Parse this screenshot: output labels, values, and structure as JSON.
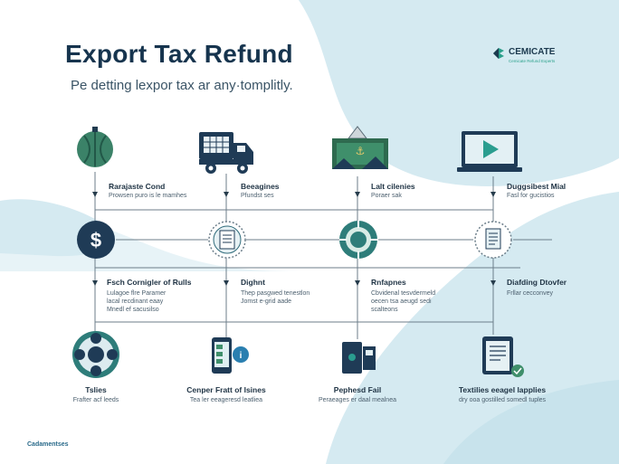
{
  "header": {
    "title": "Export Tax Refund",
    "subtitle": "Pe detting lexpor tax ar any·tomplitly."
  },
  "brand": {
    "name": "CEMICATE",
    "tagline": "Cemicate Refund Experts"
  },
  "footer": {
    "text": "Cadamentses"
  },
  "row1": [
    {
      "label": "Rarajaste Cond",
      "desc": "Prowsen puro is le mamhes"
    },
    {
      "label": "Beeagines",
      "desc": "Pfundst ses"
    },
    {
      "label": "Lalt cilenies",
      "desc": "Poraer sak"
    },
    {
      "label": "Duggsibest Mial",
      "desc": "Fasl for gucistios"
    }
  ],
  "row2": [
    {
      "label": "Fsch Cornigler of Rulls",
      "desc1": "Lulagoe flre Paramer",
      "desc2": "lacal recdinant eaay",
      "desc3": "Mnedl ef sacusilso"
    },
    {
      "label": "Dighnt",
      "desc1": "Thep pasgwed tenestlon",
      "desc2": "Jomst e-grid aade"
    },
    {
      "label": "Rnfapnes",
      "desc1": "Cbvidenal tesvdermeld",
      "desc2": "oecen tsa aeugd sedi",
      "desc3": "scalteons"
    },
    {
      "label": "Diafding Dtovfer",
      "desc1": "Frllar cecconvey"
    }
  ],
  "row3": [
    {
      "label": "Tslies",
      "desc": "Frafter acf leeds"
    },
    {
      "label": "Cenper Fratt of Isines",
      "desc": "Tea ler eeageresd leatliea"
    },
    {
      "label": "Pephesd Fail",
      "desc": "Peraeages er daal mealnea"
    },
    {
      "label": "Textilies eeagel lapplies",
      "desc": "dry ooa gostilled somedl tuples"
    }
  ],
  "colors": {
    "dark": "#16344e",
    "teal": "#2e7d7a",
    "green": "#3f8f6b",
    "accent": "#2aa18b",
    "wash": "#d5eaf1",
    "line": "#6c7e8a"
  },
  "icons": {
    "r1": [
      "melon-icon",
      "delivery-truck-icon",
      "customs-document-icon",
      "video-monitor-icon"
    ],
    "r2": [
      "dollar-coin-icon",
      "invoice-scanner-icon",
      "target-approval-icon",
      "report-circle-icon"
    ],
    "r3": [
      "network-hub-icon",
      "mobile-payment-icon",
      "smart-meter-icon",
      "checklist-clipboard-icon"
    ]
  }
}
